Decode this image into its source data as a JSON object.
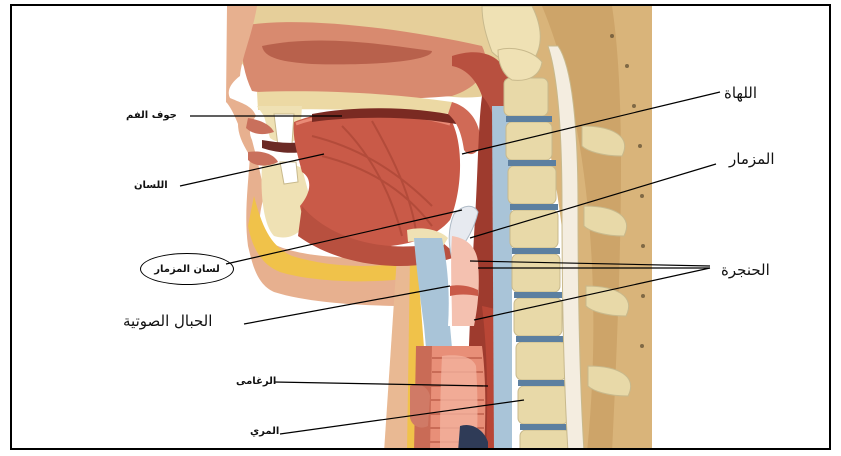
{
  "labels": {
    "mouth_cavity": "جوف الفم",
    "tongue": "اللسان",
    "epiglottis": "لسان المزمار",
    "vocal_cords": "الحبال الصوتية",
    "trachea": "الرغامى",
    "esophagus": "المري",
    "uvula": "اللهاة",
    "glottis": "المزمار",
    "larynx": "الحنجرة"
  },
  "colors": {
    "frame": "#000000",
    "muscle": "#c95a48",
    "muscle_dark": "#8e2f24",
    "bone": "#e8d9a8",
    "fat": "#f0c24a",
    "skin": "#e7b08f",
    "cartilage": "#a9c4d8",
    "airway": "#f1a58c",
    "vertebra_gap": "#5c7fa0",
    "background_tissue": "#d9b47a",
    "dark_gap": "#2f3b57"
  }
}
